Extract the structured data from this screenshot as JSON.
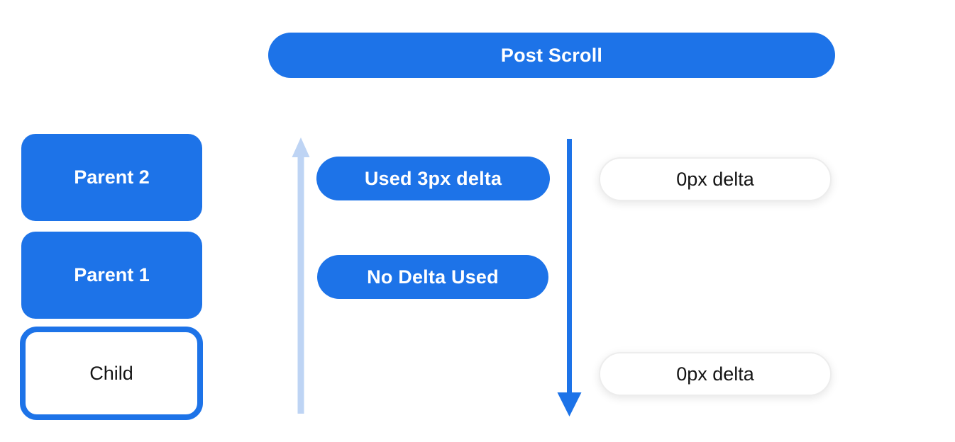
{
  "diagram": {
    "title": "Post Scroll",
    "colors": {
      "primary_blue": "#1d73e8",
      "light_blue": "#bed4f4",
      "pill_border": "#ededed",
      "dark_text": "#141414",
      "white": "#ffffff"
    },
    "left_column": {
      "boxes": [
        {
          "label": "Parent 2",
          "style": "filled"
        },
        {
          "label": "Parent 1",
          "style": "filled"
        },
        {
          "label": "Child",
          "style": "outlined"
        }
      ]
    },
    "middle_column": {
      "up_arrow_icon": "light-blue-arrow-up",
      "down_arrow_icon": "blue-arrow-down",
      "pills": [
        {
          "label": "Used 3px delta"
        },
        {
          "label": "No Delta Used"
        }
      ]
    },
    "right_column": {
      "pills": [
        {
          "label": "0px delta"
        },
        {
          "label": "0px delta"
        }
      ]
    }
  }
}
